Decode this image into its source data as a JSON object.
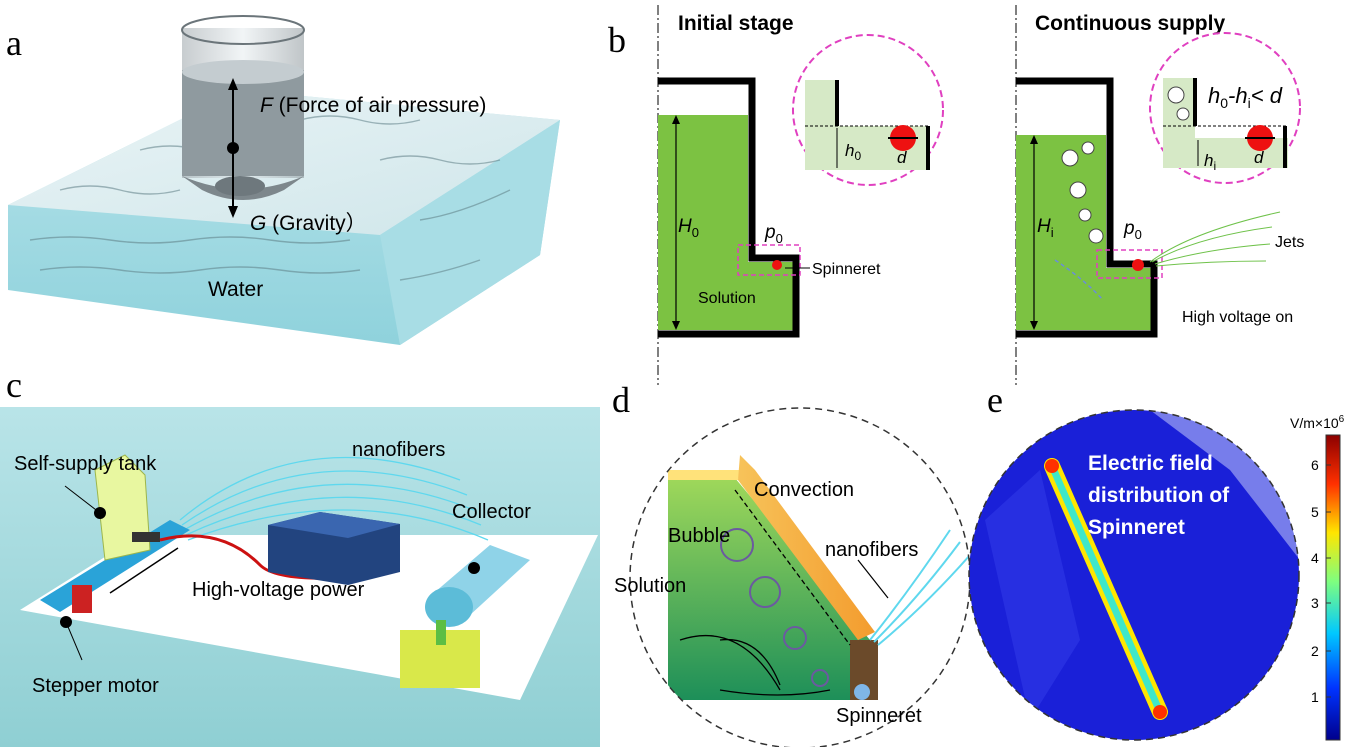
{
  "panels": {
    "a": {
      "letter": "a",
      "force_symbol": "F",
      "force_text": " (Force of air pressure)",
      "gravity_symbol": "G",
      "gravity_text": " (Gravity）",
      "water": "Water"
    },
    "b": {
      "letter": "b",
      "initial_title": "Initial stage",
      "continuous_title": "Continuous supply",
      "H0": "H",
      "H0_sub": "0",
      "Hi": "H",
      "Hi_sub": "i",
      "p0": "p",
      "p0_sub": "0",
      "p0b": "p",
      "p0b_sub": "0",
      "h0": "h",
      "h0_sub": "0",
      "hi": "h",
      "hi_sub": "i",
      "d1": "d",
      "d2": "d",
      "inequality_h": "h",
      "inequality_sub0": "0",
      "inequality_mid": "-h",
      "inequality_subi": "i",
      "inequality_end": "< d",
      "solution": "Solution",
      "spinneret": "Spinneret",
      "jets": "Jets",
      "high_voltage": "High voltage on"
    },
    "c": {
      "letter": "c",
      "tank": "Self-supply tank",
      "nanofibers": "nanofibers",
      "collector": "Collector",
      "power": "High-voltage power",
      "motor": "Stepper motor"
    },
    "d": {
      "letter": "d",
      "convection": "Convection",
      "bubble": "Bubble",
      "solution": "Solution",
      "nanofibers": "nanofibers",
      "spinneret": "Spinneret"
    },
    "e": {
      "letter": "e",
      "title_line1": "Electric field",
      "title_line2": "distribution of",
      "title_line3": "Spinneret",
      "unit": "V/m",
      "multiplier": "×10",
      "multiplier_exp": "6",
      "ticks": [
        "6",
        "5",
        "4",
        "3",
        "2",
        "1"
      ]
    }
  },
  "colors": {
    "solution_green": "#7cc242",
    "solution_light": "#d6e9c6",
    "dashed_circle": "#e040c0",
    "spinneret_red": "#ee1111",
    "field_blue": "#1a20d8"
  }
}
